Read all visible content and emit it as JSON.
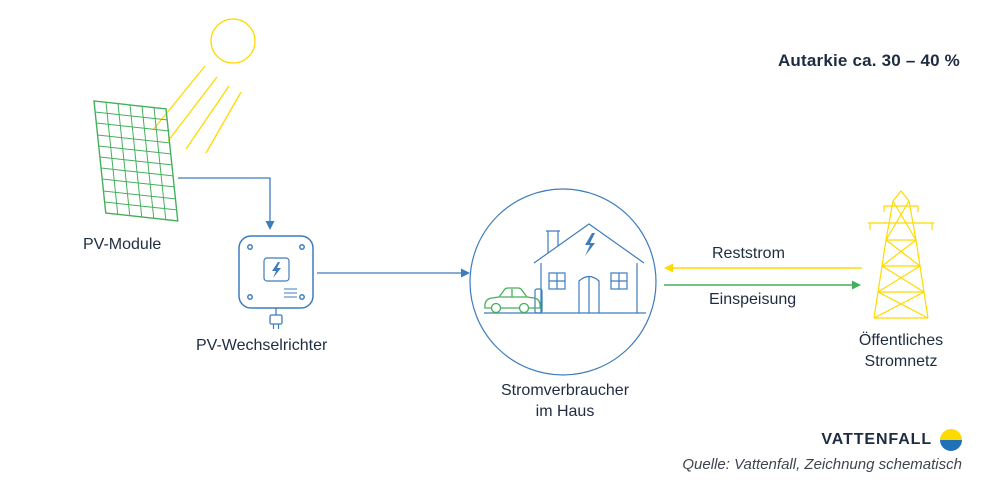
{
  "header": {
    "autarky": "Autarkie ca. 30 – 40 %"
  },
  "labels": {
    "pv_module": "PV-Module",
    "inverter": "PV-Wechselrichter",
    "consumer_line1": "Stromverbraucher",
    "consumer_line2": "im Haus",
    "grid_line1": "Öffentliches",
    "grid_line2": "Stromnetz",
    "residual_flow": "Reststrom",
    "feed_in_flow": "Einspeisung"
  },
  "footer": {
    "brand": "VATTENFALL",
    "source": "Quelle: Vattenfall, Zeichnung schematisch"
  },
  "icons": {
    "sun": "sun-icon",
    "solar_panel": "solar-panel-icon",
    "inverter": "inverter-icon",
    "house_circle": "house-circle-icon",
    "car": "car-icon",
    "pylon": "pylon-icon",
    "logo": "vattenfall-logo-icon"
  },
  "colors": {
    "yellow": "#FFDA00",
    "green": "#43AF5A",
    "blue": "#3D7DBC",
    "navy": "#1E2C42",
    "logo_blue": "#2071B5"
  }
}
